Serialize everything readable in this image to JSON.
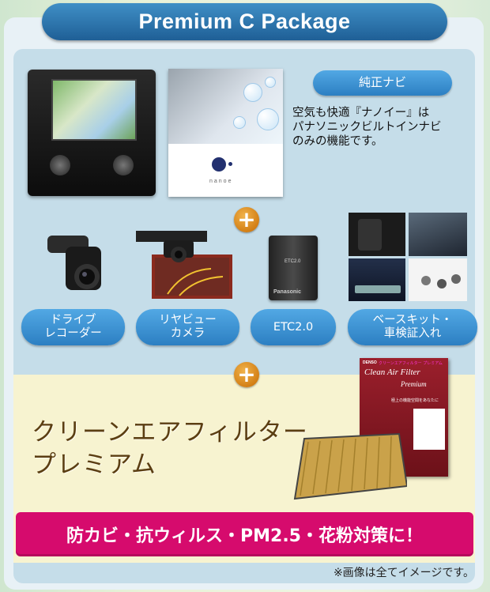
{
  "header": {
    "title": "Premium C Package"
  },
  "navi": {
    "badge": "純正ナビ",
    "description": "空気も快適『ナノイー』は\nパナソニックビルトインナビ\nのみの機能です。"
  },
  "items": [
    {
      "label": "ドライブ\nレコーダー"
    },
    {
      "label": "リヤビュー\nカメラ"
    },
    {
      "label": "ETC2.0"
    },
    {
      "label": "ベースキット・\n車検証入れ"
    }
  ],
  "plus_symbol": "+",
  "product_labels": {
    "nanoe": "nanoe",
    "etc_brand": "Panasonic",
    "etc_mark": "ETC2.0",
    "filter_box_title": "Clean Air Filter",
    "filter_box_sub": "Premium",
    "filter_box_brand": "DENSO",
    "filter_box_header": "クリーンエアフィルター プレミアム",
    "filter_box_tagline": "極上の機能空間をあなたに"
  },
  "filter": {
    "title": "クリーンエアフィルター\nプレミアム"
  },
  "banner": {
    "text": "防カビ・抗ウィルス・PM2.5・花粉対策に！"
  },
  "footnote": "※画像は全てイメージです。",
  "colors": {
    "title_blue": "#1f5f96",
    "pill_blue": "#2c7fc2",
    "plus_orange": "#e08a10",
    "banner_pink": "#d60b6d"
  }
}
